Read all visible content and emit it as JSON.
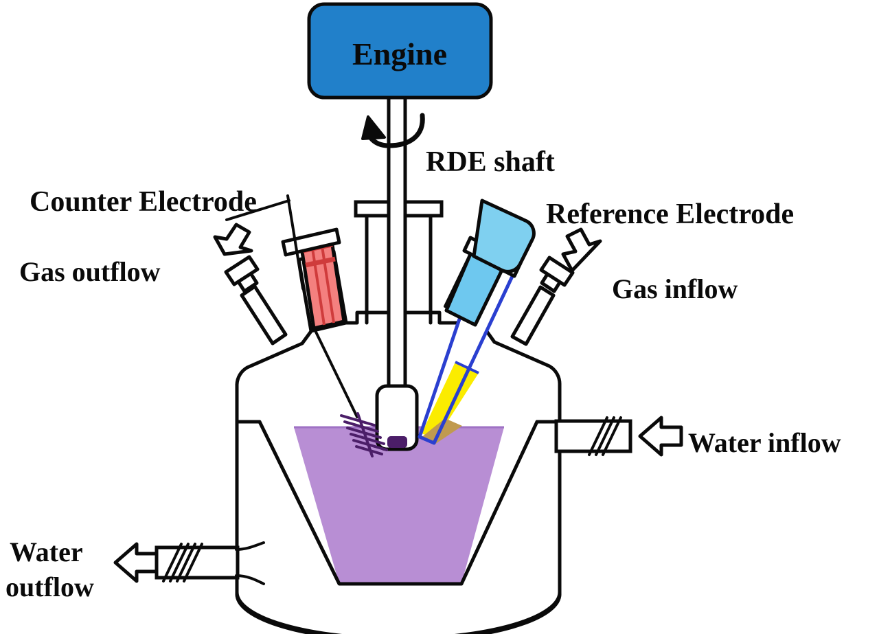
{
  "figure": {
    "title": "Rotating disk electrode (RDE) electrochemical cell schematic",
    "background_color": "#ffffff",
    "outline_color": "#0a0a0a"
  },
  "engine": {
    "label": "Engine",
    "box_color": "#2180ca",
    "text_color": "#000000"
  },
  "labels": {
    "rde_shaft": "RDE shaft",
    "counter_electrode": "Counter Electrode",
    "reference_electrode": "Reference Electrode",
    "gas_outflow": "Gas outflow",
    "gas_inflow": "Gas inflow",
    "water_inflow": "Water inflow",
    "water_outflow_line1": "Water",
    "water_outflow_line2": "outflow"
  },
  "colors": {
    "engine_blue": "#2180ca",
    "electrolyte_purple": "#b88ed4",
    "electrolyte_purple_dark": "#9f72c4",
    "counter_electrode_red": "#f4807f",
    "counter_electrode_red_dark": "#cf3c3c",
    "reference_cap_blue": "#7fd0f0",
    "reference_body_blue": "#6ec8ef",
    "reference_body_stroke": "#2a3fd0",
    "reference_fill_yellow": "#fbec00",
    "reference_tip_tan": "#c09a4f",
    "rde_disc_purple": "#4b1e68",
    "outline": "#0a0a0a"
  },
  "components": [
    {
      "name": "engine",
      "description": "Blue rounded rectangle motor at top driving the RDE shaft"
    },
    {
      "name": "rde-shaft",
      "description": "Vertical double-line shaft from engine into the cell with rotation arrow"
    },
    {
      "name": "rotation-arrow",
      "description": "Curved arrow indicating shaft rotation"
    },
    {
      "name": "counter-electrode",
      "description": "Wire electrode with coiled tip through a red ground-glass joint"
    },
    {
      "name": "reference-electrode",
      "description": "Blue-capped electrode with yellow electrolyte and tan frit tip"
    },
    {
      "name": "gas-outflow-port",
      "description": "Angled tube on left with hollow outward arrow"
    },
    {
      "name": "gas-inflow-port",
      "description": "Angled tube on right with hollow inward arrow"
    },
    {
      "name": "water-inflow-port",
      "description": "Horizontal hatched jacket tube on right with left-pointing hollow arrow"
    },
    {
      "name": "water-outflow-port",
      "description": "Horizontal hatched jacket tube on lower left with left-pointing hollow arrow"
    },
    {
      "name": "cell-vessel",
      "description": "Jacketed glass cell with inner conical chamber holding purple electrolyte"
    },
    {
      "name": "electrolyte",
      "description": "Purple electrolyte solution filling the inner conical chamber"
    }
  ]
}
